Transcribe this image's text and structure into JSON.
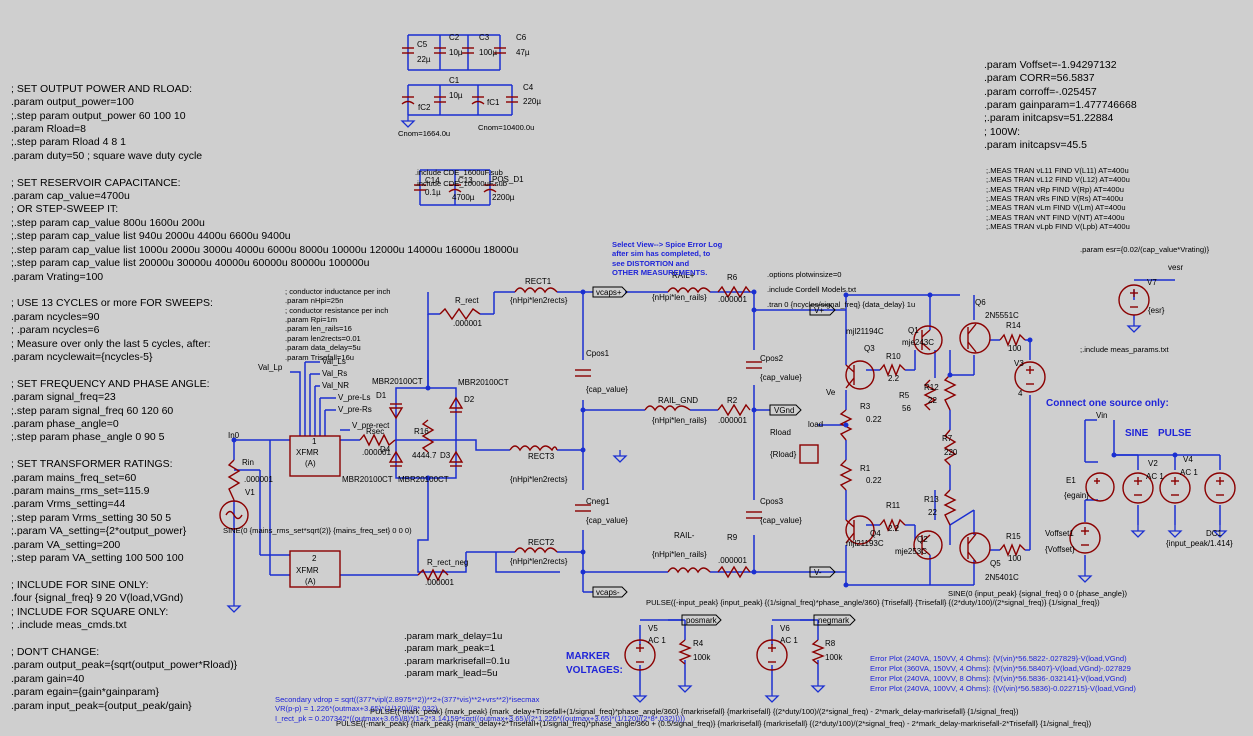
{
  "colors": {
    "background": "#cfcfcf",
    "wire": "#1a2fd1",
    "component": "#8b0000",
    "text": "#000000",
    "comment": "#1f24d8"
  },
  "left_directives": [
    "; SET OUTPUT POWER AND RLOAD:",
    ".param output_power=100",
    ";.step param output_power 60 100 10",
    ".param Rload=8",
    ";.step param Rload 4 8 1",
    ".param duty=50 ; square wave duty cycle",
    "",
    "; SET RESERVOIR CAPACITANCE:",
    ".param cap_value=4700u",
    "; OR STEP-SWEEP IT:",
    ";.step param cap_value 800u 1600u 200u",
    ";.step param cap_value list 940u 2000u 4400u 6600u 9400u",
    ";.step param cap_value list 1000u 2000u 3000u 4000u 6000u 8000u 10000u 12000u 14000u 16000u 18000u",
    ";.step param cap_value list 20000u 30000u 40000u 60000u 80000u 100000u",
    ".param Vrating=100",
    "",
    "; USE 13 CYCLES or more FOR SWEEPS:",
    ".param ncycles=90",
    "; .param ncycles=6",
    "; Measure over only the last 5 cycles, after:",
    ".param ncyclewait={ncycles-5}",
    "",
    "; SET FREQUENCY AND PHASE ANGLE:",
    ".param signal_freq=23",
    ";.step param signal_freq 60 120 60",
    ".param phase_angle=0",
    ";.step param phase_angle 0 90 5",
    "",
    "; SET TRANSFORMER RATINGS:",
    ".param mains_freq_set=60",
    ".param mains_rms_set=115.9",
    ".param Vrms_setting=44",
    ";.step param Vrms_setting 30 50 5",
    ";.param VA_setting={2*output_power}",
    ".param VA_setting=200",
    ";.step param VA_setting 100 500 100",
    "",
    "; INCLUDE FOR SINE ONLY:",
    ".four {signal_freq} 9 20 V(load,VGnd)",
    "; INCLUDE FOR SQUARE ONLY:",
    "; .include meas_cmds.txt",
    "",
    "; DON'T CHANGE:",
    ".param output_peak={sqrt(output_power*Rload)}",
    ".param gain=40",
    ".param egain={gain*gainparam}",
    ".param input_peak={output_peak/gain}"
  ],
  "top_right_params": [
    ".param Voffset=-1.94297132",
    ".param CORR=56.5837",
    ".param corroff=-.025457",
    ".param gainparam=1.477746668",
    ";.param initcapsv=51.22884",
    "; 100W:",
    ".param initcapsv=45.5"
  ],
  "meas_lines": [
    ";.MEAS TRAN vL11 FIND V(L11) AT=400u",
    ";.MEAS TRAN vL12 FIND V(L12) AT=400u",
    ";.MEAS TRAN vRp FIND V(Rp) AT=400u",
    ";.MEAS TRAN vRs FIND V(Rs) AT=400u",
    ";.MEAS TRAN vLm FIND V(Lm) AT=400u",
    ";.MEAS TRAN vNT FIND V(NT) AT=400u",
    ";.MEAS TRAN vLpb FIND V(Lpb) AT=400u"
  ],
  "conductor_params": [
    "; conductor inductance per inch",
    ".param nHpi=25n",
    "; conductor resistance per inch",
    ".param Rpi=1m",
    ".param len_rails=16",
    ".param len2rects=0.01",
    ".param data_delay=5u",
    ".param Trisefall=16u"
  ],
  "options": [
    ".options plotwinsize=0",
    ".include Cordell Models.txt",
    ".tran 0 {ncycles/signal_freq} {data_delay} 1u"
  ],
  "select_note": [
    "Select View--> Spice Error Log",
    "after sim has completed, to",
    "see DISTORTION and",
    "OTHER MEASUREMENTS."
  ],
  "includes": [
    ".include CDE_1600uF.sub",
    ".include CDE_10000uF.sub"
  ],
  "cnom_left": "Cnom=1664.0u",
  "cnom_right": "Cnom=10400.0u",
  "esr_param": ".param esr={0.02/(cap_value*Vrating)}",
  "meas_params_include": ";.include meas_params.txt",
  "connect_note": "Connect one source only:",
  "sine_label": "SINE",
  "pulse_label": "PULSE",
  "marker_title": [
    "MARKER",
    "VOLTAGES:"
  ],
  "marker_params": [
    ".param mark_delay=1u",
    ".param mark_peak=1",
    ".param markrisefall=0.1u",
    ".param mark_lead=5u"
  ],
  "error_plots": [
    "Error Plot (240VA, 150VV, 4 Ohms): {V(vin)*56.5822-.027829}-V(load,VGnd)",
    "Error Plot (360VA, 150VV, 4 Ohms): {V(vin)*56.58407}-V(load,VGnd)-.027829",
    "Error Plot (240VA, 100VV, 8 Ohms): {V(vin)*56.5836-.032141}-V(load,VGnd)",
    "Error Plot (240VA, 100VV, 4 Ohms): {(V(vin)*56.5836)-0.022715}-V(load,VGnd)"
  ],
  "formula_lines": [
    "Secondary vdrop = sqrt((377*vipl(2.8975**2))**2+(377*vis)**2+vrs**2)*isecmax",
    "VR(p-p) = 1.226*(outmax+3.65)*(1/120)/(8*.032)",
    "I_rect_pk = 0.207342*((outmax+3.65)/8)*(1+2*3.14159*sqrt((outmax+3.65)/(2*1.226*((outmax+3.65)*(1/120)/(2*8*.032)))))"
  ],
  "pulse_lines": [
    "PULSE({-input_peak} {input_peak} {(1/signal_freq)*phase_angle/360} {Trisefall} {Trisefall} {(2*duty/100)/(2*signal_freq)} {1/signal_freq})",
    "PULSE({-mark_peak} {mark_peak} {mark_delay+Trisefall+(1/signal_freq)*phase_angle/360} {markrisefall} {markrisefall} {(2*duty/100)/(2*signal_freq) - 2*mark_delay-markrisefall} {1/signal_freq})",
    "PULSE({-mark_peak} {mark_peak} {mark_delay+2*Trisefall+(1/signal_freq)*phase_angle/360 + (0.5/signal_freq)} {markrisefall} {markrisefall} {(2*duty/100)/(2*signal_freq) - 2*mark_delay-markrisefall-2*Trisefall} {1/signal_freq})"
  ],
  "sine_input_line": "SINE(0 {input_peak} {signal_freq} 0 0 {phase_angle})",
  "v1_sine": "SINE(0 {mains_rms_set*sqrt(2)} {mains_freq_set} 0 0 0)",
  "labels": {
    "c5": "C5",
    "c5v": "22µ",
    "c2": "C2",
    "c2v": "10µ",
    "c3": "C3",
    "c3v": "100µ",
    "c6": "C6",
    "c6v": "47µ",
    "c1": "C1",
    "c1v": "10µ",
    "c4": "C4",
    "c4v": "220µ",
    "fc2": "fC2",
    "fc1": "fC1",
    "c14": "C14",
    "c14v": "0.1µ",
    "c13": "C13",
    "c13v": "4700µ",
    "pos_d1": "POS_D1",
    "pos_d1v": "2200µ",
    "rect1": "RECT1",
    "rect1v": "{nHpi*len2rects}",
    "rect3": "RECT3",
    "rect3v": "{nHpi*len2rects}",
    "rect2": "RECT2",
    "rect2v": "{nHpi*len2rects}",
    "railp": "RAIL+",
    "railpv": "{nHpi*len_rails}",
    "railgnd": "RAIL_GND",
    "railgndv": "{nHpi*len_rails}",
    "railm": "RAIL-",
    "railmv": "{nHpi*len_rails}",
    "r6": "R6",
    "r6v": ".000001",
    "r2": "R2",
    "r2v": ".000001",
    "r9": "R9",
    "r9v": ".000001",
    "rrect": "R_rect",
    "rrectv": ".000001",
    "rrectneg": "R_rect_neg",
    "rrectnegv": ".000001",
    "rsec": "Rsec",
    "rsecv": ".000001",
    "r16": "R16",
    "r16v": "4444.7",
    "rin": "Rin",
    "rinv": ".000001",
    "d1": "D1",
    "d2": "D2",
    "d3": "D3",
    "d4": "D4",
    "mbr1": "MBR20100CT",
    "mbr2": "MBR20100CT",
    "mbr3": "MBR20100CT",
    "mbr4": "MBR20100CT",
    "cpos1": "Cpos1",
    "cpos1v": "{cap_value}",
    "cneg1": "Cneg1",
    "cneg1v": "{cap_value}",
    "cpos2": "Cpos2",
    "cpos2v": "{cap_value}",
    "cpos3": "Cpos3",
    "cpos3v": "{cap_value}",
    "rload": "Rload",
    "rloadv": "{Rload}",
    "load": "load",
    "vcapsp": "vcaps+",
    "vcapsm": "vcaps-",
    "vp": "V+",
    "vm": "V-",
    "vgnd": "VGnd",
    "ve": "Ve",
    "r3": "R3",
    "r3v": "0.22",
    "r1": "R1",
    "r1v": "0.22",
    "r10": "R10",
    "r10v": "2.2",
    "r11": "R11",
    "r11v": "2.2",
    "r5": "R5",
    "r5v": "56",
    "r12": "R12",
    "r12v": "22",
    "r13": "R13",
    "r13v": "22",
    "r7": "R7",
    "r7v": "220",
    "r14": "R14",
    "r14v": "100",
    "r15": "R15",
    "r15v": "100",
    "q3": "Q3",
    "q3v": "mjl21194C",
    "q1": "Q1",
    "q1v": "mje243C",
    "q4": "Q4",
    "q4v": "mjl21193C",
    "q2": "Q2",
    "q2v": "mje253C",
    "q6": "Q6",
    "q6v": "2N5551C",
    "q5": "Q5",
    "q5v": "2N5401C",
    "v3": "V3",
    "v3v": "4",
    "v7": "V7",
    "v7v": "{esr}",
    "vesr": "vesr",
    "vin": "Vin",
    "e1": "E1",
    "e1v": "{egain}",
    "v2": "V2",
    "v2v": "AC 1",
    "v4": "V4",
    "v4v": "AC 1",
    "voffset1": "Voffset1",
    "voffset1v": "{Voffset}",
    "dc1": "DC1",
    "dc1v": "{input_peak/1.414}",
    "v5": "V5",
    "v5v": "AC 1",
    "v6": "V6",
    "v6v": "AC 1",
    "r4": "R4",
    "r4v": "100k",
    "r8": "R8",
    "r8v": "100k",
    "posmark": "posmark",
    "negmark": "negmark",
    "xfmr": "XFMR",
    "xfmra": "(A)",
    "xfmr1": "1",
    "xfmr2": "2",
    "v1": "V1",
    "in0": "In0",
    "val_lp": "Val_Lp",
    "val_ls": "Val_Ls",
    "val_rs": "Val_Rs",
    "val_nr": "Val_NR",
    "v_prels": "V_pre-Ls",
    "v_prers": "V_pre-Rs",
    "v_prerect": "V_pre-rect"
  }
}
